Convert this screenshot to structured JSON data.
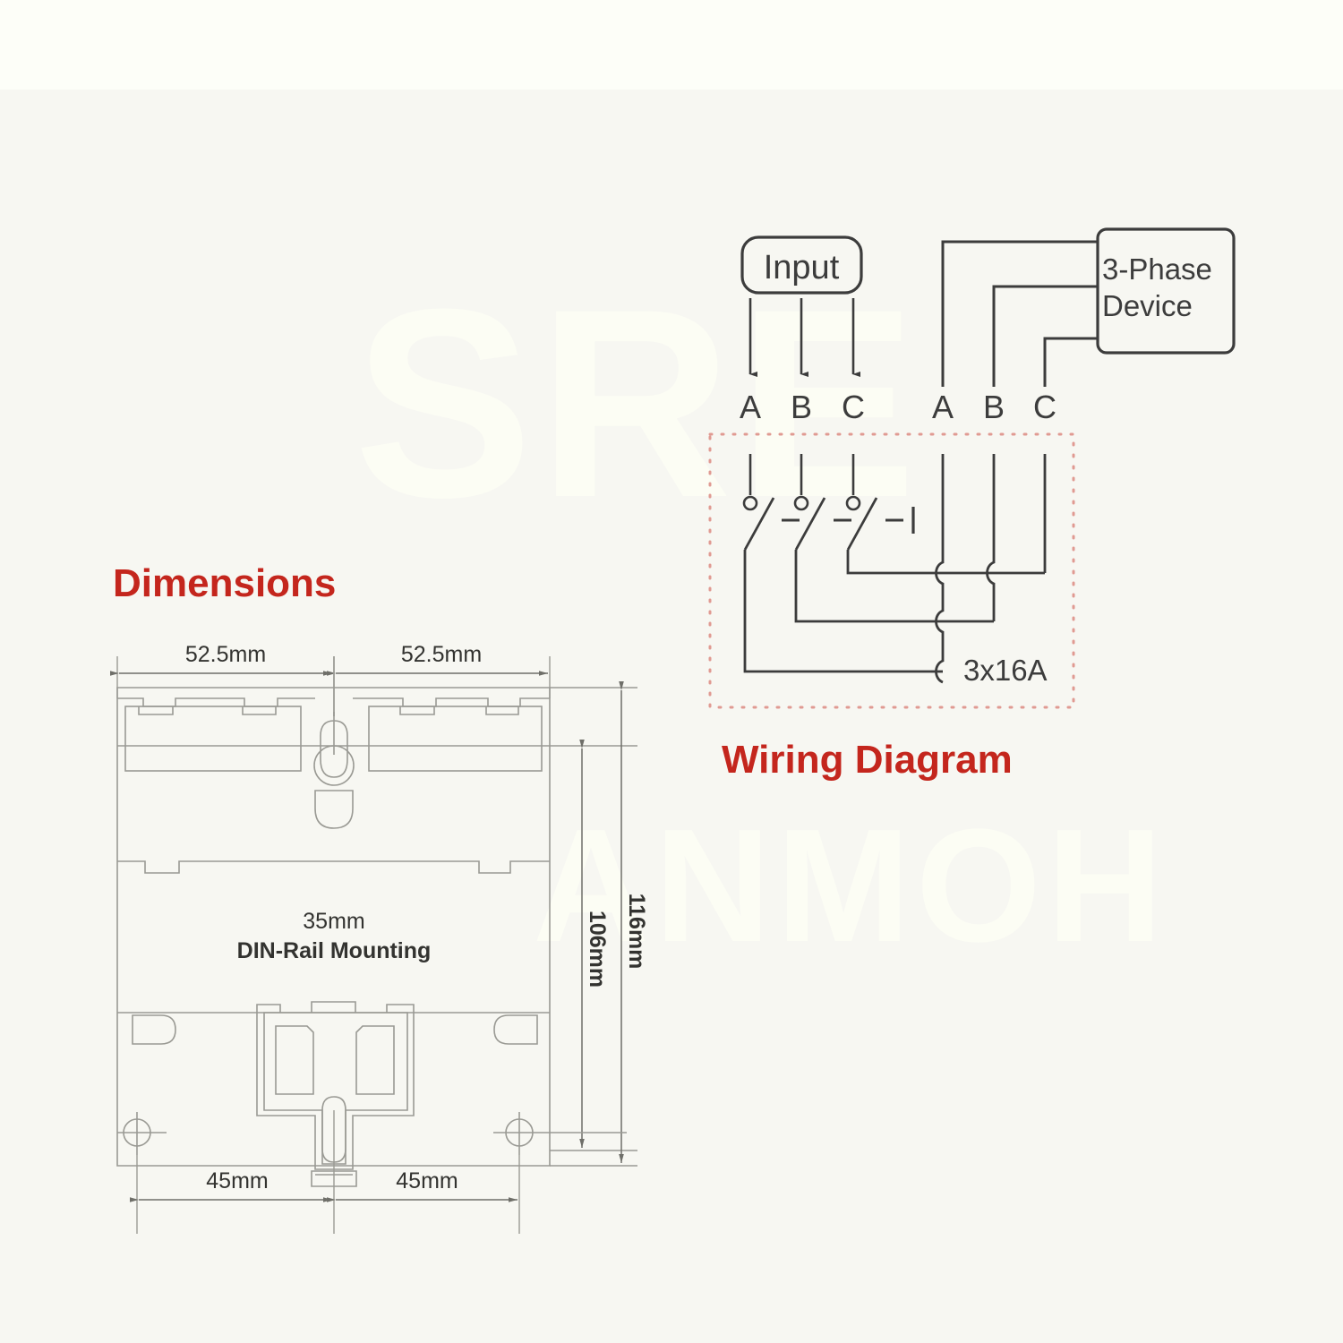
{
  "page": {
    "background_top": "#fdfef8",
    "background_main": "#f7f7f2",
    "accent_red": "#c4261d",
    "line_color": "#8c8c86",
    "wire_color": "#3c3c3c",
    "dotted_box_color": "#e8a9a2"
  },
  "watermark": {
    "line1": "SRE",
    "line2": "ANMOH"
  },
  "sections": {
    "dimensions": {
      "title": "Dimensions",
      "labels": {
        "width_left": "52.5mm",
        "width_right": "52.5mm",
        "height_inner": "106mm",
        "height_outer": "116mm",
        "hole_left": "45mm",
        "hole_right": "45mm",
        "rail_line1": "35mm",
        "rail_line2": "DIN-Rail Mounting"
      }
    },
    "wiring": {
      "title": "Wiring Diagram",
      "input_box": "Input",
      "device_box_line1": "3-Phase",
      "device_box_line2": "Device",
      "rating": "3x16A",
      "input_terminals": [
        "A",
        "B",
        "C"
      ],
      "output_terminals": [
        "A",
        "B",
        "C"
      ],
      "switch_on_marker": "I"
    }
  }
}
